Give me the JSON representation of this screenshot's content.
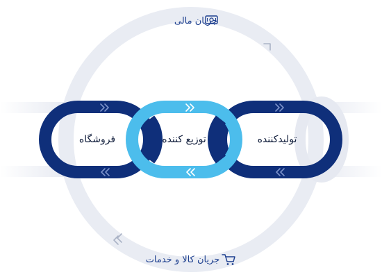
{
  "diagram": {
    "top_label": "جریان مالی",
    "bottom_label": "جریان کالا و خدمات",
    "links": [
      {
        "label": "فروشگاه",
        "color": "#0f2f7a"
      },
      {
        "label": "توزیع کننده",
        "color": "#4cbdec"
      },
      {
        "label": "تولیدکننده",
        "color": "#0f2f7a"
      }
    ],
    "top_icon": "money-icon",
    "bottom_icon": "cart-icon",
    "colors": {
      "dark_link": "#0f2f7a",
      "light_link": "#4cbdec",
      "ring": "#e9ecf3",
      "accent": "#1d3f8f"
    }
  }
}
